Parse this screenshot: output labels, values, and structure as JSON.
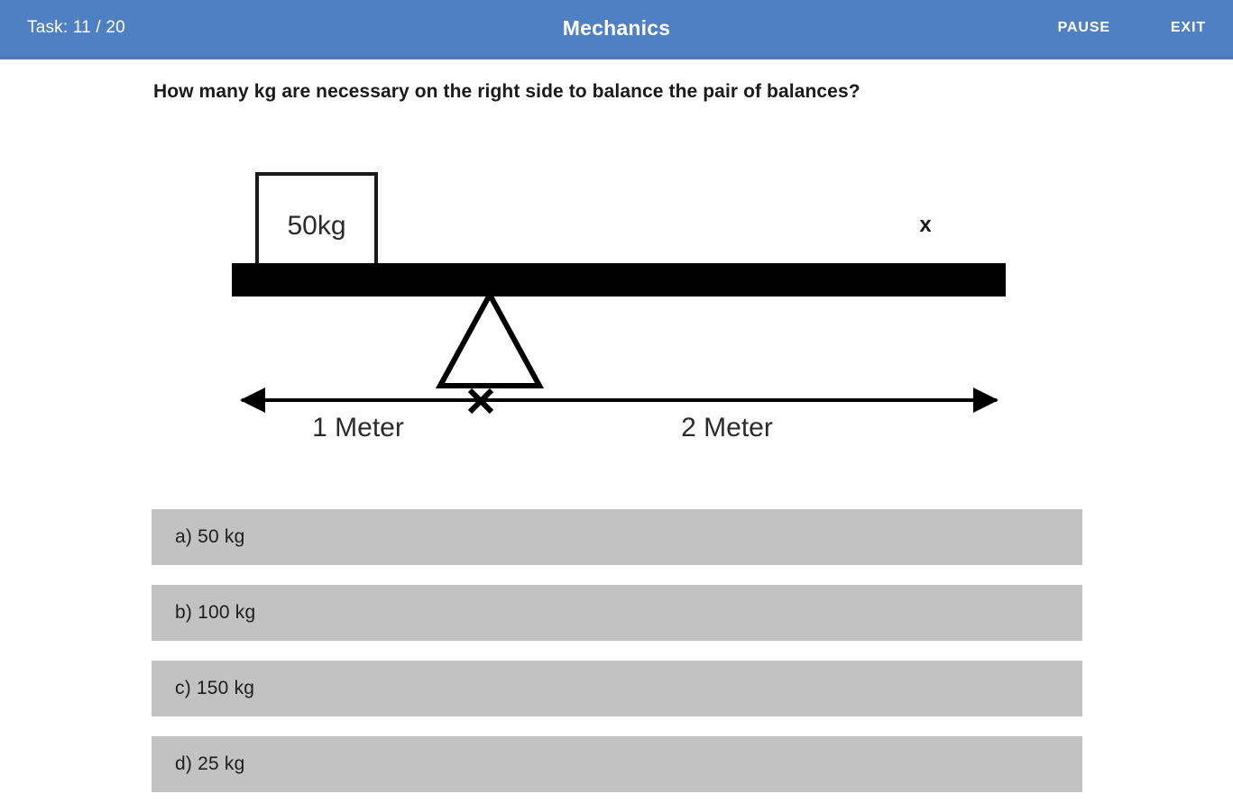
{
  "header": {
    "task_counter": "Task: 11 / 20",
    "title": "Mechanics",
    "pause_label": "PAUSE",
    "exit_label": "EXIT",
    "background_color": "#5080C4",
    "text_color": "#FFFFFF"
  },
  "question": {
    "text": "How many kg are necessary on the right side to balance the pair of balances?"
  },
  "diagram": {
    "type": "lever-balance",
    "weight_box_label": "50kg",
    "unknown_label": "x",
    "left_distance_label": "1 Meter",
    "right_distance_label": "2 Meter",
    "beam_color": "#000000",
    "stroke_color": "#000000"
  },
  "answers": [
    {
      "label": "a) 50 kg"
    },
    {
      "label": "b) 100 kg"
    },
    {
      "label": "c) 150 kg"
    },
    {
      "label": "d) 25 kg"
    }
  ],
  "colors": {
    "option_background": "#C2C2C2",
    "page_background": "#FFFFFF"
  }
}
